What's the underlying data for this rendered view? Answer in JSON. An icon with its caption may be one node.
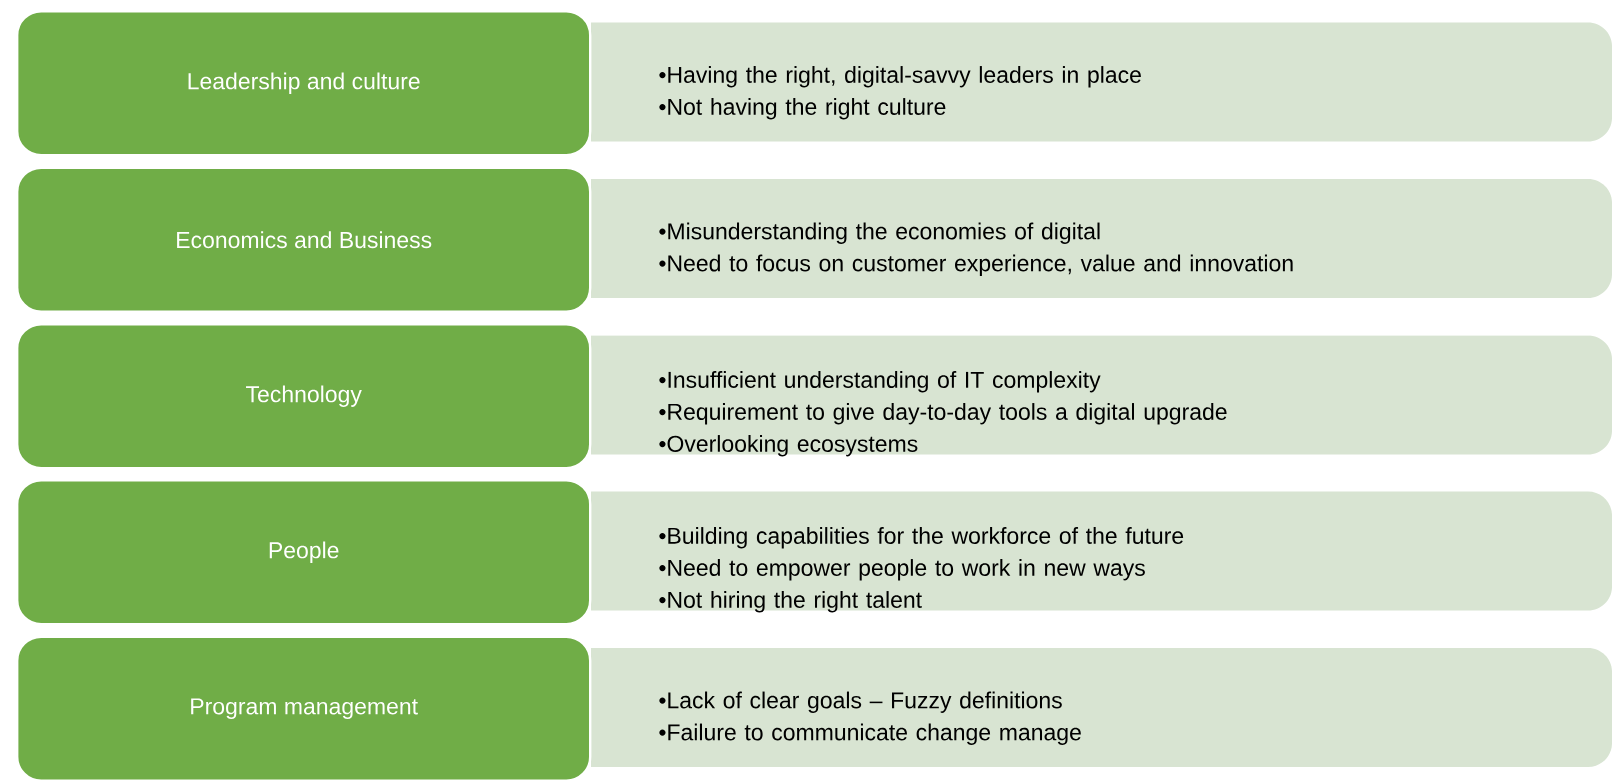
{
  "diagram": {
    "nodes": [
      {
        "text": [
          "Leadership and culture"
        ]
      },
      {
        "text": [
          "•Having the right, digital-savvy leaders in place",
          "•Not having the right culture"
        ]
      },
      {
        "text": [
          "Economics and Business"
        ]
      },
      {
        "text": [
          "•Misunderstanding the economies of digital",
          "•Need to focus on customer experience, value and innovation"
        ]
      },
      {
        "text": [
          "Technology"
        ]
      },
      {
        "text": [
          "•Insufficient understanding of IT complexity",
          "•Requirement to give day-to-day tools a digital upgrade",
          "•Overlooking ecosystems"
        ]
      },
      {
        "text": [
          "People"
        ]
      },
      {
        "text": [
          "•Building capabilities for the workforce of the future",
          "•Need to empower people to work in new ways",
          "•Not hiring the right talent"
        ]
      },
      {
        "text": [
          "Program management"
        ]
      },
      {
        "text": [
          "•Lack of clear goals – Fuzzy definitions",
          "•Failure to communicate change manage"
        ]
      }
    ]
  }
}
